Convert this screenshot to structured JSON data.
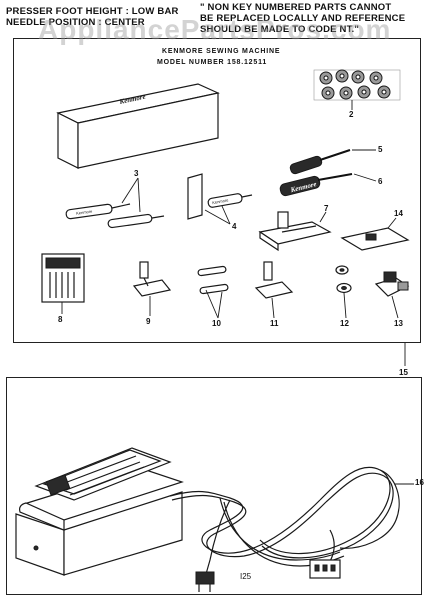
{
  "header": {
    "left_line1": "PRESSER FOOT HEIGHT : LOW BAR",
    "left_line2": "NEEDLE POSITION : CENTER",
    "right_line1": "\" NON KEY NUMBERED PARTS CANNOT",
    "right_line2": "BE REPLACED LOCALLY AND REFERENCE",
    "right_line3": "SHOULD BE MADE TO CODE NT.\""
  },
  "watermark": "AppliancePartsPros.com",
  "top_panel": {
    "title_line1": "KENMORE SEWING MACHINE",
    "title_line2": "MODEL NUMBER 158.12511",
    "box_brand": "Kenmore",
    "screwdriver_brand": "Kenmore",
    "ripper_brand": "Kenmore",
    "brush_brand": "Kenmore"
  },
  "callouts": {
    "c2": "2",
    "c3": "3",
    "c4": "4",
    "c5": "5",
    "c6": "6",
    "c7": "7",
    "c8": "8",
    "c9": "9",
    "c10": "10",
    "c11": "11",
    "c12": "12",
    "c13": "13",
    "c14": "14",
    "c15": "15",
    "c16": "16"
  },
  "bottom_panel": {
    "plug_label": "I25"
  }
}
